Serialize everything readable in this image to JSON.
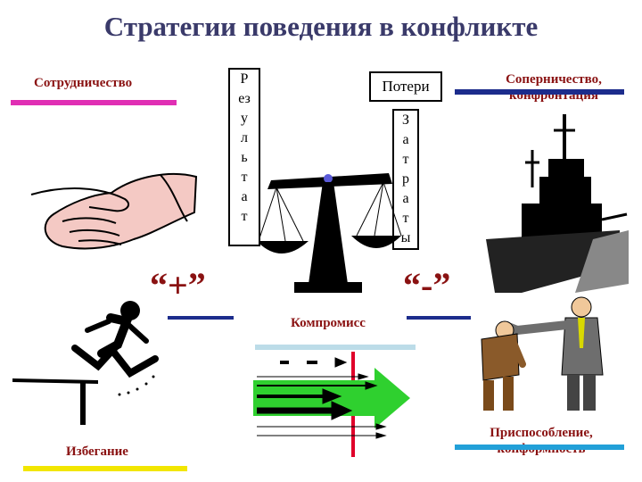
{
  "title": "Стратегии поведения в конфликте",
  "labels": {
    "cooperation": "Сотрудничество",
    "rivalry_line1": "Соперничество,",
    "rivalry_line2": "конфронтация",
    "compromise": "Компромисс",
    "avoidance": "Избегание",
    "adaptation_line1": "Приспособление,",
    "adaptation_line2": "конформность"
  },
  "scale": {
    "result_letters": [
      "Р",
      "ез",
      "у",
      "л",
      "ь",
      "т",
      "а",
      "т"
    ],
    "losses": "Потери",
    "costs_letters": [
      "З",
      "а",
      "т",
      "р",
      "а",
      "т",
      "ы"
    ]
  },
  "signs": {
    "plus": "“+”",
    "minus": "“-”"
  },
  "colors": {
    "title": "#3a3a6a",
    "label": "#8a1212",
    "magenta": "#e02fb4",
    "navy": "#1c2c8c",
    "yellow": "#f2e600",
    "cyan": "#22a0d8",
    "lightblue": "#bcdce8",
    "green": "#2fd02f",
    "red": "#e0002a"
  },
  "icons": [
    "handshake-icon",
    "scale-icon",
    "battleship-icon",
    "running-man-icon",
    "arrows-icon",
    "bowing-businessmen-icon"
  ]
}
